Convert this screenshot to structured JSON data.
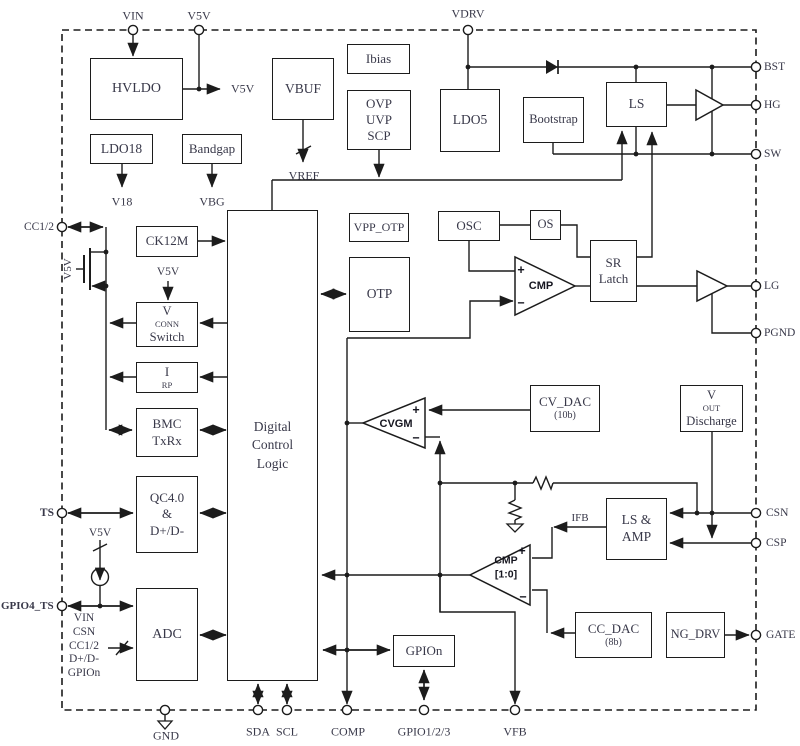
{
  "diagram": {
    "terminals": {
      "vin": "VIN",
      "v5v": "V5V",
      "vdrv": "VDRV",
      "bst": "BST",
      "hg": "HG",
      "sw": "SW",
      "lg": "LG",
      "pgnd": "PGND",
      "csn": "CSN",
      "csp": "CSP",
      "gate": "GATE",
      "cc12": "CC1/2",
      "ts": "TS",
      "gpio4_ts": "GPIO4_TS",
      "gnd": "GND",
      "sda": "SDA",
      "scl": "SCL",
      "comp": "COMP",
      "gpio123": "GPIO1/2/3",
      "vfb": "VFB"
    },
    "blocks": {
      "hvldo": "HVLDO",
      "ldo18": "LDO18",
      "bandgap": "Bandgap",
      "vbuf": "VBUF",
      "ibias": "Ibias",
      "ovp": [
        "OVP",
        "UVP",
        "SCP"
      ],
      "ldo5": "LDO5",
      "bootstrap": "Bootstrap",
      "ls": "LS",
      "ck12m": "CK12M",
      "vconn": {
        "v": "V",
        "sub": "CONN",
        "line2": "Switch"
      },
      "irp": {
        "i": "I",
        "sub": "RP"
      },
      "bmc": [
        "BMC",
        "TxRx"
      ],
      "dcl": [
        "Digital",
        "Control",
        "Logic"
      ],
      "vpp_otp": "VPP_OTP",
      "otp": "OTP",
      "osc": "OSC",
      "os": "OS",
      "sr": [
        "SR",
        "Latch"
      ],
      "qc": [
        "QC4.0",
        "&",
        "D+/D-"
      ],
      "adc": "ADC",
      "gpion": "GPIOn",
      "cv_dac": {
        "name": "CV_DAC",
        "bits": "(10b)"
      },
      "cc_dac": {
        "name": "CC_DAC",
        "bits": "(8b)"
      },
      "ng_drv": "NG_DRV",
      "vout": {
        "v": "V",
        "sub": "OUT",
        "line2": "Discharge"
      },
      "lsamp": [
        "LS &",
        "AMP"
      ]
    },
    "amps": {
      "cmp": "CMP",
      "cvgm": "CVGM",
      "cmp10": [
        "CMP",
        "[1:0]"
      ],
      "plus": "+",
      "minus": "−"
    },
    "nets": {
      "v5v_out": "V5V",
      "v18": "V18",
      "vbg": "VBG",
      "vref": "VREF",
      "v5v_vconn": "V5V",
      "v5v_fet": "V5V",
      "v5v_src": "V5V",
      "ifb": "IFB",
      "adc_inputs": [
        "VIN",
        "CSN",
        "CC1/2",
        "D+/D-",
        "GPIOn"
      ]
    },
    "colors": {
      "line": "#1c1c1c",
      "text": "#383849",
      "background": "#ffffff"
    }
  }
}
